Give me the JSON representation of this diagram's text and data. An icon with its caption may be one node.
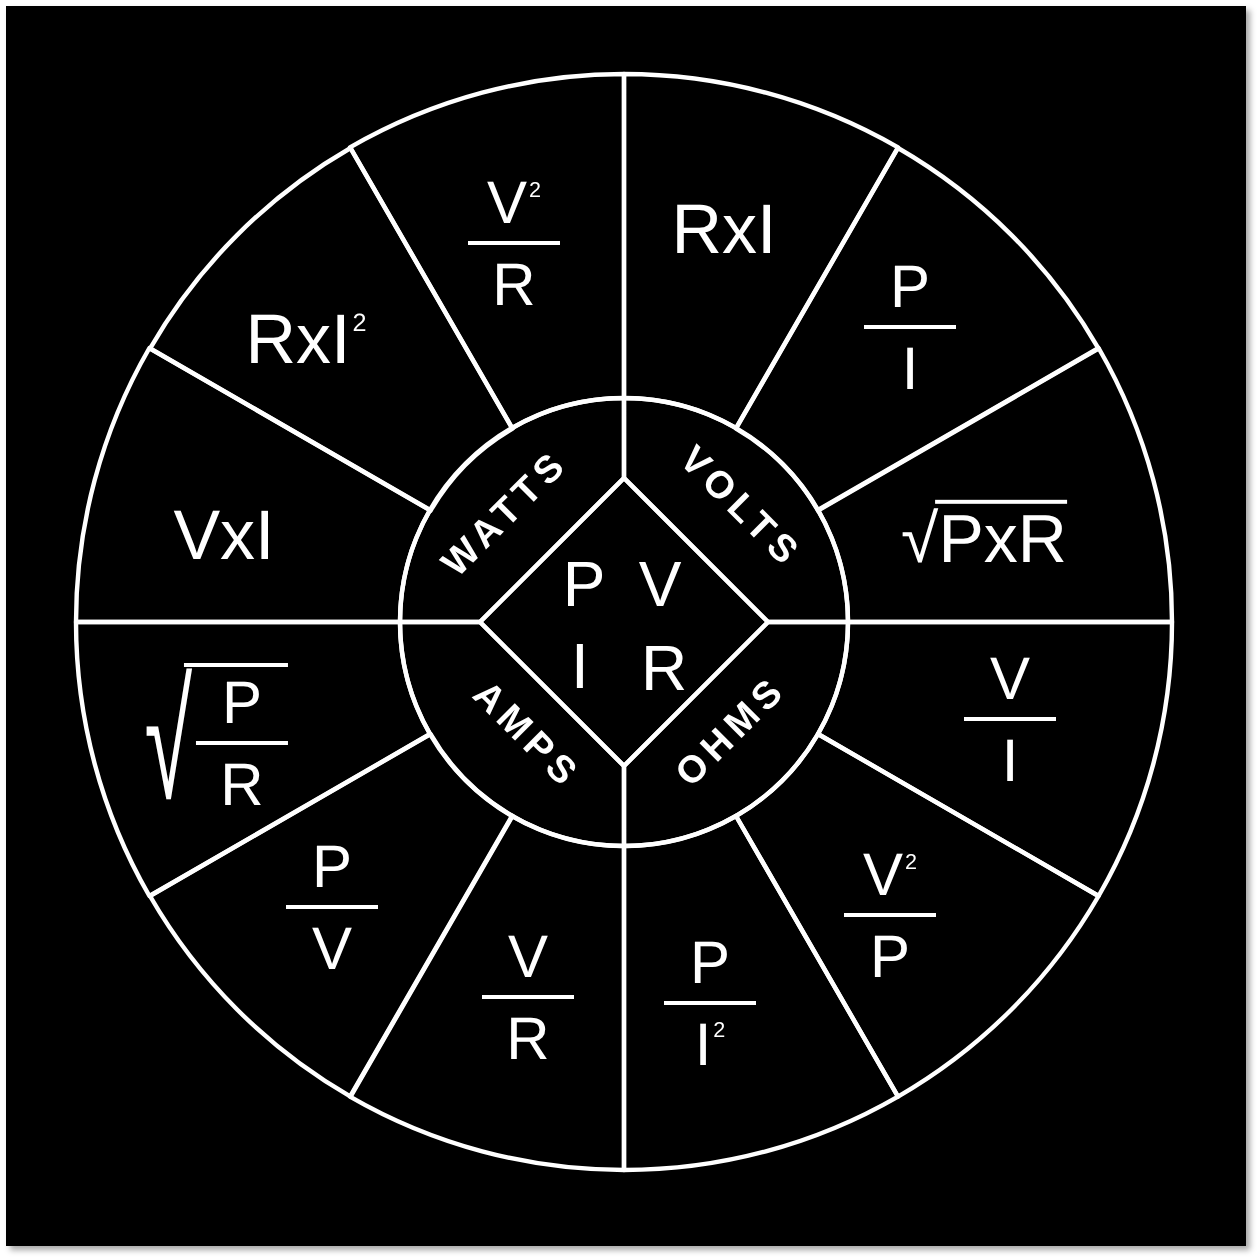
{
  "diagram": {
    "nodes": [
      {
        "text": [
          "P",
          "V",
          "I",
          "R"
        ]
      },
      {
        "text": [
          "WATTS"
        ]
      },
      {
        "text": [
          "VOLTS"
        ]
      },
      {
        "text": [
          "AMPS"
        ]
      },
      {
        "text": [
          "OHMS"
        ]
      },
      {
        "text": [
          "V$^{2}$",
          "R"
        ]
      },
      {
        "text": [
          "RxI"
        ]
      },
      {
        "text": [
          "RxI$^{2}$"
        ]
      },
      {
        "text": [
          "P",
          "I"
        ]
      },
      {
        "text": [
          "VxI"
        ]
      },
      {
        "text": [
          "√PxR"
        ]
      },
      {
        "text": [
          "√",
          "P",
          "R"
        ]
      },
      {
        "text": [
          "V",
          "I"
        ]
      },
      {
        "text": [
          "P",
          "V"
        ]
      },
      {
        "text": [
          "V$^{2}$",
          "P"
        ]
      },
      {
        "text": [
          "V",
          "R"
        ]
      },
      {
        "text": [
          "P",
          "I$^{2}$"
        ]
      }
    ]
  }
}
